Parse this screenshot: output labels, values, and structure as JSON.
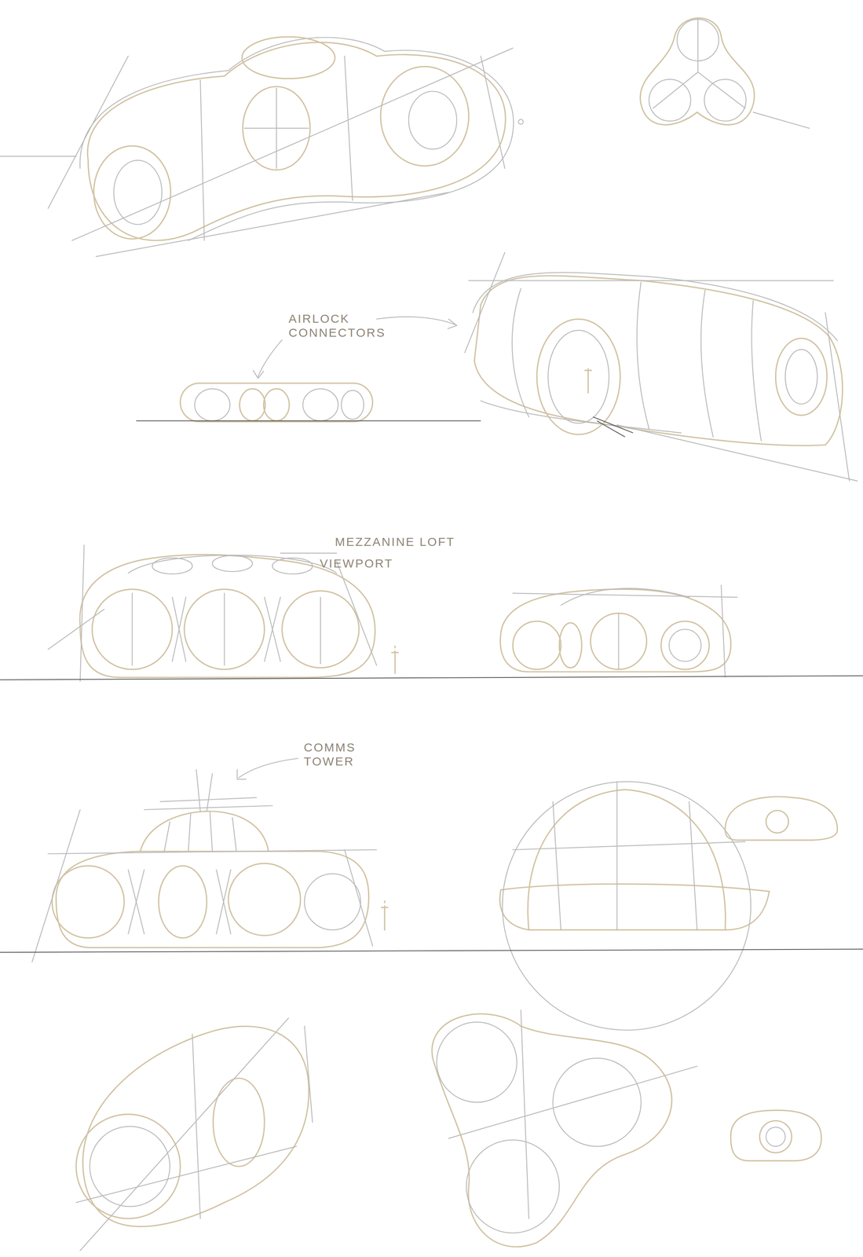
{
  "diagram": {
    "labels": [
      "AIRLOCK CONNECTORS",
      "MEZZANINE LOFT",
      "VIEWPORT",
      "COMMS TOWER"
    ]
  }
}
